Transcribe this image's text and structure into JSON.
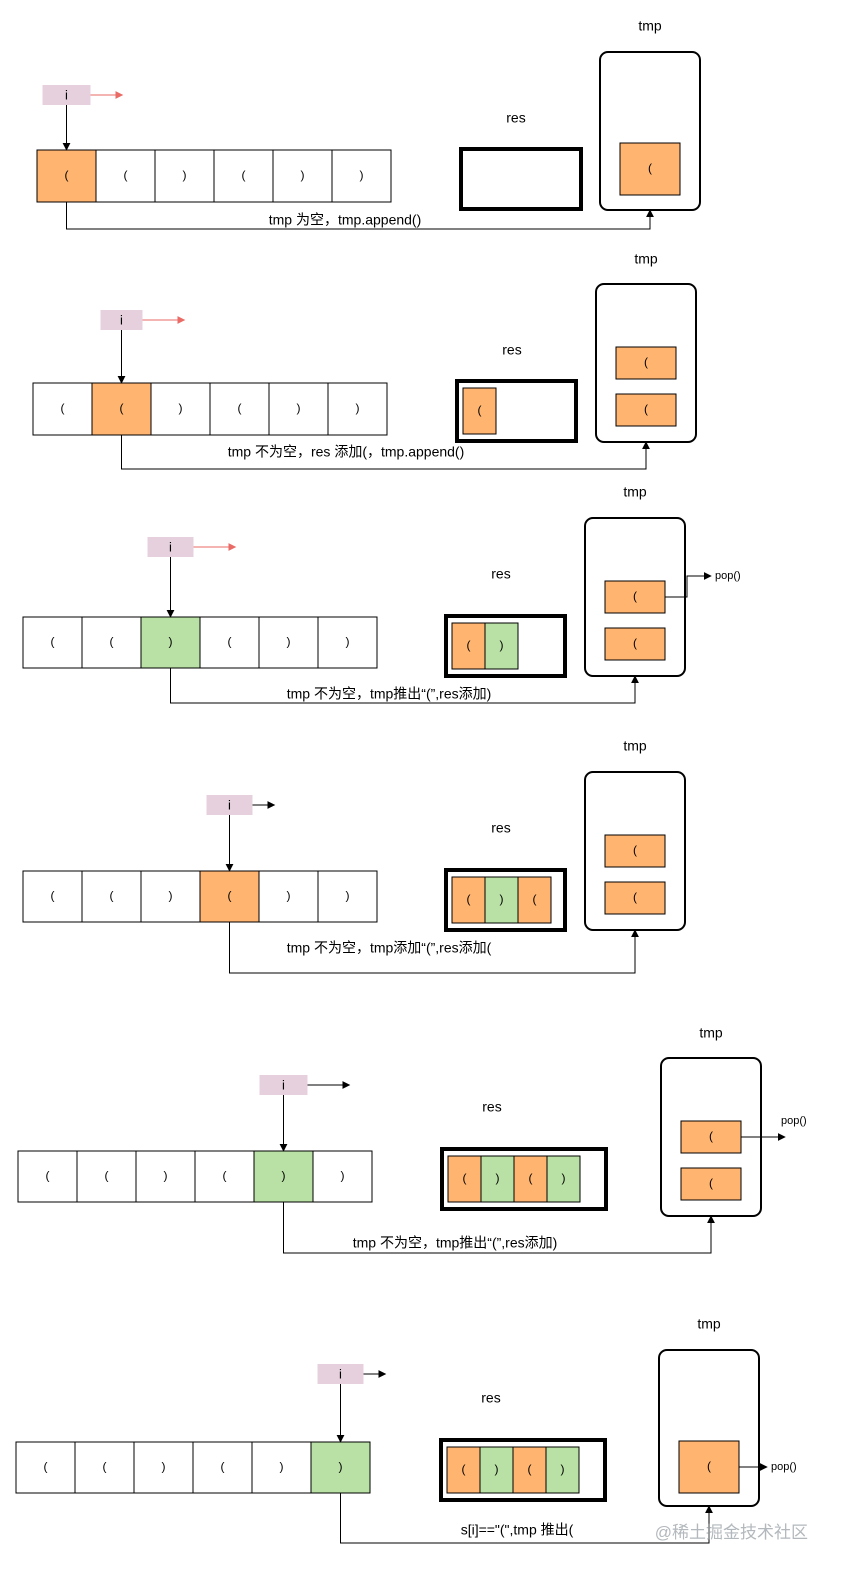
{
  "labels": {
    "index": "i",
    "res": "res",
    "tmp": "tmp",
    "pop": "pop()"
  },
  "colors": {
    "orange": "#FFB570",
    "green": "#B9E0A5",
    "pink": "#E6D0DE",
    "red_arrow": "#EA6B66"
  },
  "watermark": "@稀土掘金技术社区",
  "steps": [
    {
      "array": [
        "(",
        "(",
        ")",
        "(",
        ")",
        ")"
      ],
      "cell_colors": [
        "orange",
        "white",
        "white",
        "white",
        "white",
        "white"
      ],
      "active_index": 0,
      "res": [],
      "tmp": [
        "("
      ],
      "pop": false,
      "caption": "tmp 为空，tmp.append()"
    },
    {
      "array": [
        "(",
        "(",
        ")",
        "(",
        ")",
        ")"
      ],
      "cell_colors": [
        "white",
        "orange",
        "white",
        "white",
        "white",
        "white"
      ],
      "active_index": 1,
      "res": [
        {
          "text": "(",
          "color": "orange"
        }
      ],
      "tmp": [
        "(",
        "("
      ],
      "pop": false,
      "caption": "tmp 不为空，res 添加(，tmp.append()"
    },
    {
      "array": [
        "(",
        "(",
        ")",
        "(",
        ")",
        ")"
      ],
      "cell_colors": [
        "white",
        "white",
        "green",
        "white",
        "white",
        "white"
      ],
      "active_index": 2,
      "res": [
        {
          "text": "(",
          "color": "orange"
        },
        {
          "text": ")",
          "color": "green"
        }
      ],
      "tmp": [
        "(",
        "("
      ],
      "pop": true,
      "caption": "tmp 不为空，tmp推出“(”,res添加)"
    },
    {
      "array": [
        "(",
        "(",
        ")",
        "(",
        ")",
        ")"
      ],
      "cell_colors": [
        "white",
        "white",
        "white",
        "orange",
        "white",
        "white"
      ],
      "active_index": 3,
      "res": [
        {
          "text": "(",
          "color": "orange"
        },
        {
          "text": ")",
          "color": "green"
        },
        {
          "text": "(",
          "color": "orange"
        }
      ],
      "tmp": [
        "(",
        "("
      ],
      "pop": false,
      "caption": "tmp 不为空，tmp添加“(”,res添加("
    },
    {
      "array": [
        "(",
        "(",
        ")",
        "(",
        ")",
        ")"
      ],
      "cell_colors": [
        "white",
        "white",
        "white",
        "white",
        "green",
        "white"
      ],
      "active_index": 4,
      "res": [
        {
          "text": "(",
          "color": "orange"
        },
        {
          "text": ")",
          "color": "green"
        },
        {
          "text": "(",
          "color": "orange"
        },
        {
          "text": ")",
          "color": "green"
        }
      ],
      "tmp": [
        "(",
        "("
      ],
      "pop": true,
      "caption": "tmp 不为空，tmp推出“(”,res添加)"
    },
    {
      "array": [
        "(",
        "(",
        ")",
        "(",
        ")",
        ")"
      ],
      "cell_colors": [
        "white",
        "white",
        "white",
        "white",
        "white",
        "green"
      ],
      "active_index": 5,
      "res": [
        {
          "text": "(",
          "color": "orange"
        },
        {
          "text": ")",
          "color": "green"
        },
        {
          "text": "(",
          "color": "orange"
        },
        {
          "text": ")",
          "color": "green"
        }
      ],
      "tmp": [
        "("
      ],
      "pop": true,
      "caption": "s[i]==\"(\",tmp 推出("
    }
  ]
}
